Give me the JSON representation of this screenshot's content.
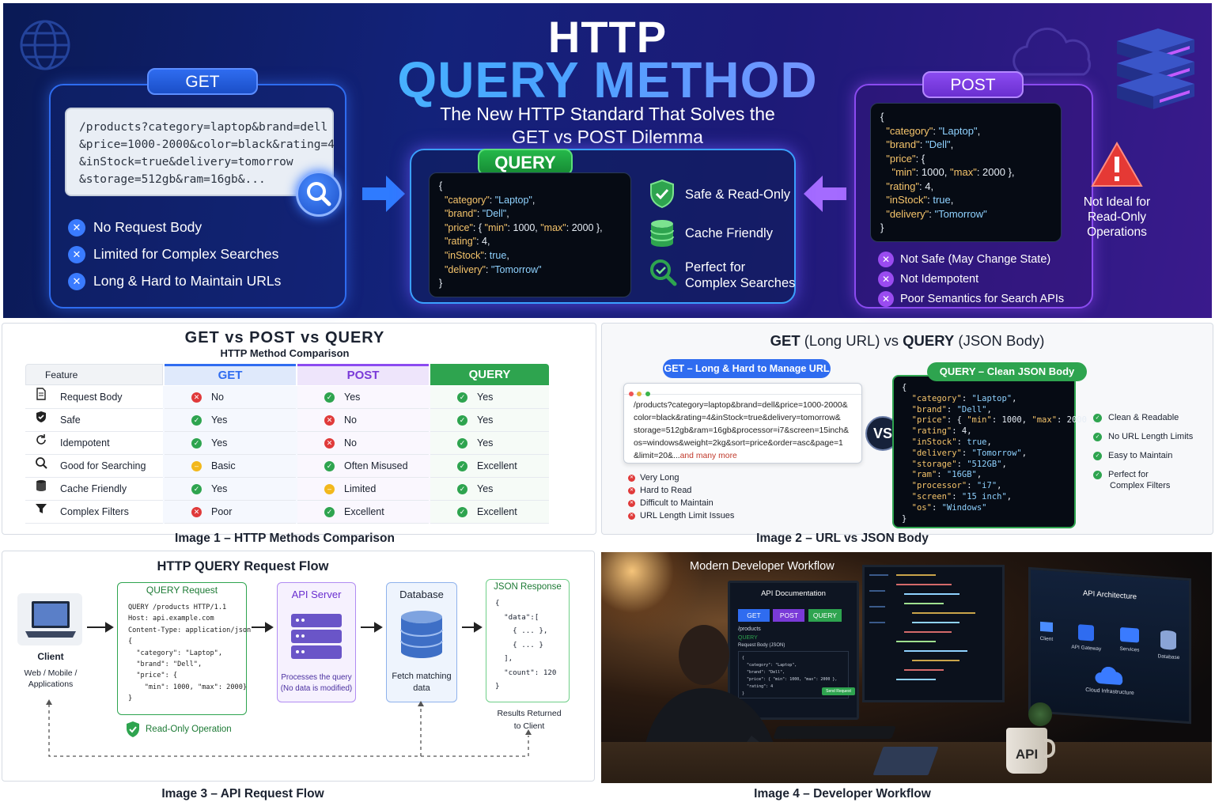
{
  "hero": {
    "title_line1": "HTTP",
    "title_line2": "QUERY METHOD",
    "subtitle_line1": "The New HTTP Standard That Solves the",
    "subtitle_line2": "GET vs POST Dilemma",
    "get": {
      "label": "GET",
      "url_lines": [
        "/products?category=laptop&brand=dell",
        "&price=1000-2000&color=black&rating=4",
        "&inStock=true&delivery=tomorrow",
        "&storage=512gb&ram=16gb&..."
      ],
      "cons": [
        "No Request Body",
        "Limited for Complex Searches",
        "Long & Hard to Maintain URLs"
      ]
    },
    "query": {
      "label": "QUERY",
      "benefits": [
        "Safe & Read-Only",
        "Cache Friendly",
        "Perfect for",
        "Complex Searches"
      ]
    },
    "post": {
      "label": "POST",
      "cons": [
        "Not Safe (May Change State)",
        "Not Idempotent",
        "Poor Semantics for Search APIs"
      ],
      "warning_lines": [
        "Not Ideal for",
        "Read-Only",
        "Operations"
      ]
    }
  },
  "comparison": {
    "title": "GET  vs  POST  vs  QUERY",
    "subtitle": "HTTP Method Comparison",
    "headers": [
      "Feature",
      "GET",
      "POST",
      "QUERY"
    ],
    "rows": [
      {
        "feature": "Request Body",
        "get": "No",
        "post": "Yes",
        "query": "Yes"
      },
      {
        "feature": "Safe",
        "get": "Yes",
        "post": "No",
        "query": "Yes"
      },
      {
        "feature": "Idempotent",
        "get": "Yes",
        "post": "No",
        "query": "Yes"
      },
      {
        "feature": "Good for Searching",
        "get": "Basic",
        "post": "Often Misused",
        "query": "Excellent"
      },
      {
        "feature": "Cache Friendly",
        "get": "Yes",
        "post": "Limited",
        "query": "Yes"
      },
      {
        "feature": "Complex Filters",
        "get": "Poor",
        "post": "Excellent",
        "query": "Excellent"
      }
    ],
    "caption": "Image 1 – HTTP Methods Comparison"
  },
  "url_vs_json": {
    "title_a": "GET",
    "title_b": " (Long URL) vs ",
    "title_c": "QUERY",
    "title_d": " (JSON Body)",
    "get_tag": "GET – Long & Hard to Manage URL",
    "query_tag": "QUERY – Clean JSON Body",
    "url_lines": [
      "/products?category=laptop&brand=dell&price=1000-2000&",
      "color=black&rating=4&inStock=true&delivery=tomorrow&",
      "storage=512gb&ram=16gb&processor=i7&screen=15inch&",
      "os=windows&weight=2kg&sort=price&order=asc&page=1",
      "&limit=20&..."
    ],
    "url_more": "and many more",
    "vs": "VS",
    "get_cons": [
      "Very Long",
      "Hard to Read",
      "Difficult to Maintain",
      "URL Length Limit Issues"
    ],
    "query_pros": [
      "Clean & Readable",
      "No URL Length Limits",
      "Easy to Maintain",
      "Perfect for",
      "Complex Filters"
    ],
    "caption": "Image 2 – URL vs JSON Body"
  },
  "flow": {
    "title": "HTTP QUERY Request Flow",
    "client_label": "Client",
    "client_sub1": "Web / Mobile /",
    "client_sub2": "Applications",
    "request_title": "QUERY Request",
    "request_lines": [
      "QUERY /products HTTP/1.1",
      "Host: api.example.com",
      "Content-Type: application/json"
    ],
    "server_title": "API Server",
    "server_sub1": "Processes the query",
    "server_sub2": "(No data is modified)",
    "db_title": "Database",
    "db_sub1": "Fetch matching",
    "db_sub2": "data",
    "response_title": "JSON Response",
    "response_lines": [
      "{",
      "  \"data\":[",
      "    { ... },",
      "    { ... }",
      "  ],",
      "  \"count\": 120",
      "}"
    ],
    "results1": "Results Returned",
    "results2": "to Client",
    "readonly": "Read-Only Operation",
    "caption": "Image 3 – API Request Flow"
  },
  "workflow": {
    "title": "Modern Developer Workflow",
    "doc_title": "API Documentation",
    "tabs": [
      "GET",
      "POST",
      "QUERY"
    ],
    "path": "/products",
    "method": "QUERY",
    "body_label": "Request Body (JSON)",
    "send_label": "Send Request",
    "arch_title": "API Architecture",
    "arch_nodes": [
      "Client",
      "API Gateway",
      "Services",
      "Database"
    ],
    "cloud": "Cloud Infrastructure",
    "mug": "API",
    "caption": "Image 4 – Developer Workflow"
  },
  "colors": {
    "get": "#2f6cf0",
    "post": "#8b4bf0",
    "query": "#25a244"
  }
}
